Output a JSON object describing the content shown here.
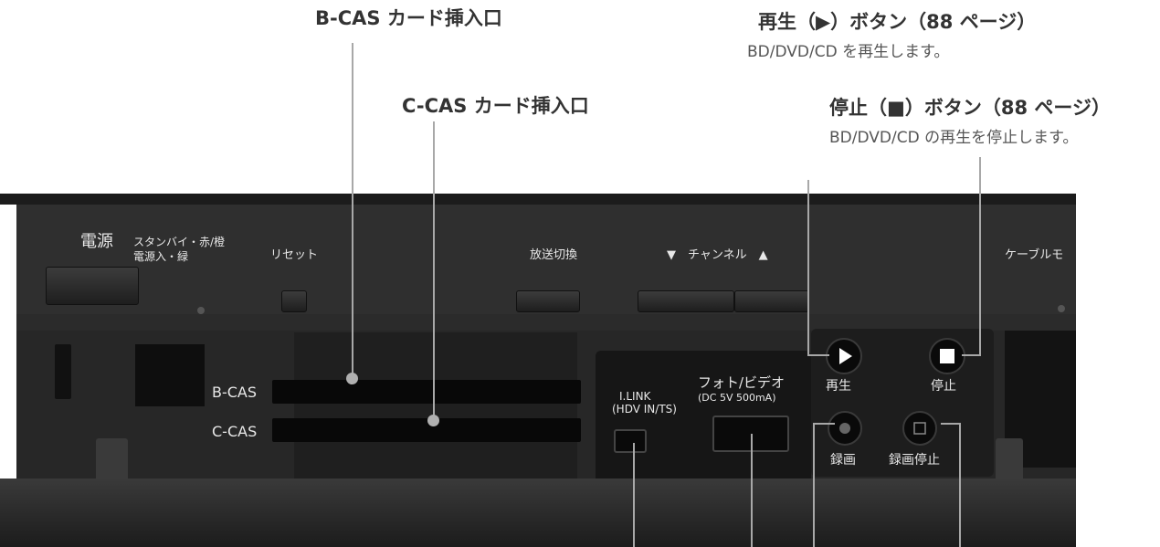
{
  "callouts": {
    "bcas_slot": "B-CAS カード挿入口",
    "ccas_slot": "C-CAS カード挿入口",
    "play_button": "再生（▶）ボタン（88 ページ）",
    "play_desc": "BD/DVD/CD を再生します。",
    "stop_button": "停止（■）ボタン（88 ページ）",
    "stop_desc": "BD/DVD/CD の再生を停止します。"
  },
  "device": {
    "power": "電源",
    "standby_label": "スタンバイ・赤/橙",
    "power_on_label": "電源入・緑",
    "reset": "リセット",
    "broadcast_switch": "放送切換",
    "channel": "▼　チャンネル　▲",
    "cable_mode": "ケーブルモ",
    "bcas": "B-CAS",
    "ccas": "C-CAS",
    "ilink_line1": "I.LINK",
    "ilink_line2": "(HDV IN/TS)",
    "photo_video": "フォト/ビデオ",
    "photo_video_spec": "(DC 5V 500mA)",
    "play": "再生",
    "stop": "停止",
    "record": "録画",
    "record_stop": "録画停止"
  }
}
